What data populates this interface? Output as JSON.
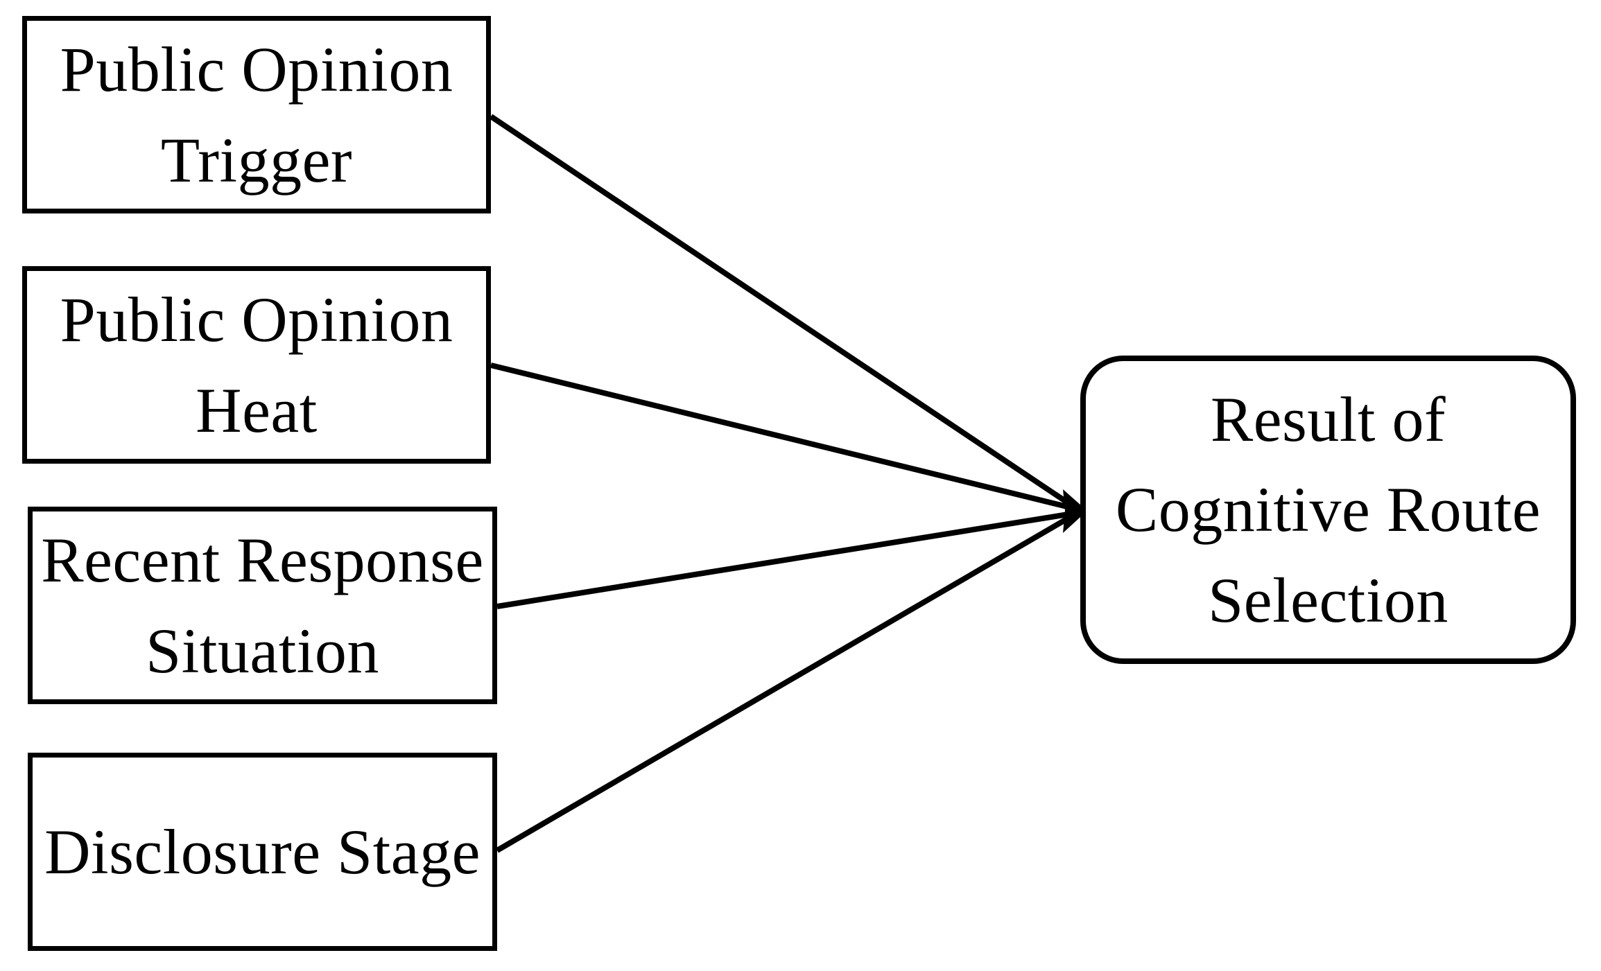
{
  "diagram": {
    "type": "influence-diagram",
    "title": "Result of Cognitive Route Selection",
    "background_color": "#ffffff",
    "stroke_color": "#000000",
    "text_color": "#000000",
    "nodes": {
      "public_opinion_trigger": {
        "label": "Public Opinion\nTrigger",
        "shape": "rectangle"
      },
      "public_opinion_heat": {
        "label": "Public Opinion\nHeat",
        "shape": "rectangle"
      },
      "recent_response_situation": {
        "label": "Recent Response\nSituation",
        "shape": "rectangle"
      },
      "disclosure_stage": {
        "label": "Disclosure Stage",
        "shape": "rectangle"
      },
      "cognitive_route_result": {
        "label": "Result of\nCognitive Route\nSelection",
        "shape": "rounded-rectangle"
      }
    },
    "edges": [
      {
        "from": "public_opinion_trigger",
        "to": "cognitive_route_result",
        "arrow": "single",
        "label": ""
      },
      {
        "from": "public_opinion_heat",
        "to": "cognitive_route_result",
        "arrow": "single",
        "label": ""
      },
      {
        "from": "recent_response_situation",
        "to": "cognitive_route_result",
        "arrow": "single",
        "label": ""
      },
      {
        "from": "disclosure_stage",
        "to": "cognitive_route_result",
        "arrow": "single",
        "label": ""
      }
    ]
  }
}
